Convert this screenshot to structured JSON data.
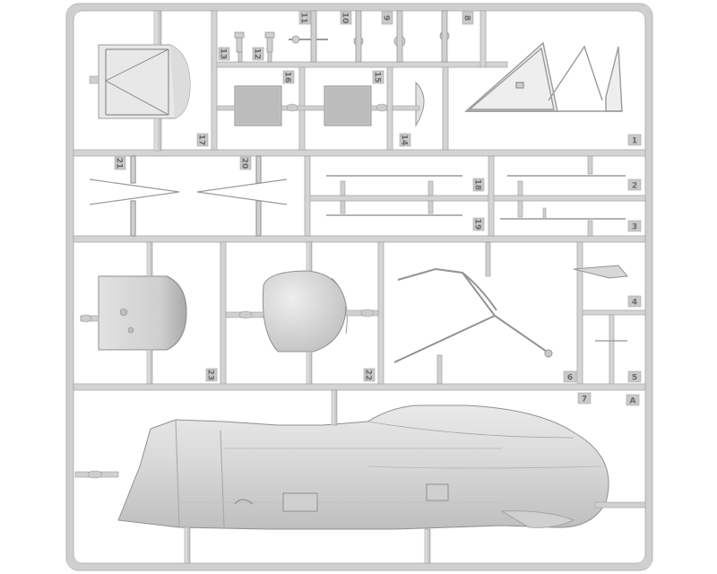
{
  "image": {
    "subject": "Plastic model kit sprue A",
    "part_numbers": [
      {
        "id": "p1",
        "label": "1"
      },
      {
        "id": "p2",
        "label": "2"
      },
      {
        "id": "p3",
        "label": "3"
      },
      {
        "id": "p4",
        "label": "4"
      },
      {
        "id": "p5",
        "label": "5"
      },
      {
        "id": "p6",
        "label": "6"
      },
      {
        "id": "p7",
        "label": "7"
      },
      {
        "id": "p8",
        "label": "8"
      },
      {
        "id": "p9",
        "label": "9"
      },
      {
        "id": "p10",
        "label": "10"
      },
      {
        "id": "p11",
        "label": "11"
      },
      {
        "id": "p12",
        "label": "12"
      },
      {
        "id": "p13",
        "label": "13"
      },
      {
        "id": "p14",
        "label": "14"
      },
      {
        "id": "p15",
        "label": "15"
      },
      {
        "id": "p16",
        "label": "16"
      },
      {
        "id": "p17",
        "label": "17"
      },
      {
        "id": "p18",
        "label": "18"
      },
      {
        "id": "p19",
        "label": "19"
      },
      {
        "id": "p20",
        "label": "20"
      },
      {
        "id": "p21",
        "label": "21"
      },
      {
        "id": "p22",
        "label": "22"
      },
      {
        "id": "p23",
        "label": "23"
      }
    ],
    "sprue_letter": "A"
  },
  "colors": {
    "background": "#ffffff",
    "plastic": "#d6d6d6",
    "plastic_light": "#e6e6e6",
    "plastic_shadow": "#b9b9b9",
    "outline": "#9c9c9c"
  }
}
